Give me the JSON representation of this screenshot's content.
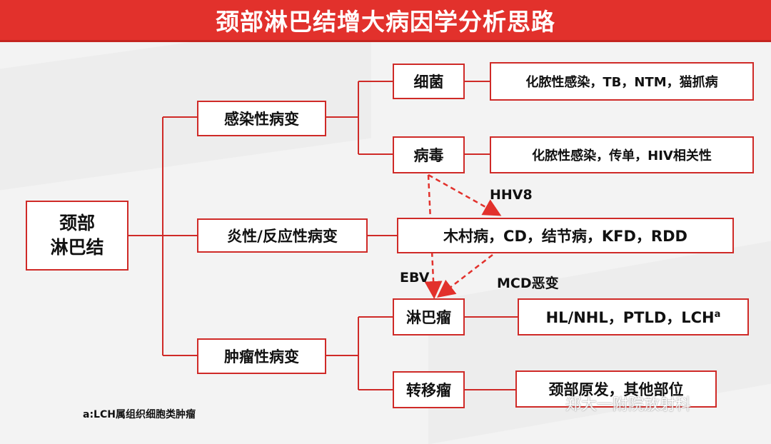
{
  "title": "颈部淋巴结增大病因学分析思路",
  "root": {
    "line1": "颈部",
    "line2": "淋巴结"
  },
  "categories": {
    "infection": "感染性病变",
    "inflammatory": "炎性/反应性病变",
    "tumor": "肿瘤性病变"
  },
  "subcategories": {
    "bacteria": "细菌",
    "virus": "病毒",
    "lymphoma": "淋巴瘤",
    "metastasis": "转移瘤"
  },
  "details": {
    "bacteria": "化脓性感染，TB，NTM，猫抓病",
    "virus": "化脓性感染，传单，HIV相关性",
    "inflammatory": "木村病，CD，结节病，KFD，RDD",
    "lymphoma": "HL/NHL，PTLD，LCH",
    "lymphoma_sup": "a",
    "metastasis": "颈部原发，其他部位"
  },
  "arrow_labels": {
    "hhv8": "HHV8",
    "ebv": "EBV",
    "mcd": "MCD恶变"
  },
  "footnote": "a:LCH属组织细胞类肿瘤",
  "watermark": "郑大一附院放射科",
  "colors": {
    "accent": "#e2312c",
    "line": "#cf2a27",
    "background": "#f3f3f3"
  }
}
